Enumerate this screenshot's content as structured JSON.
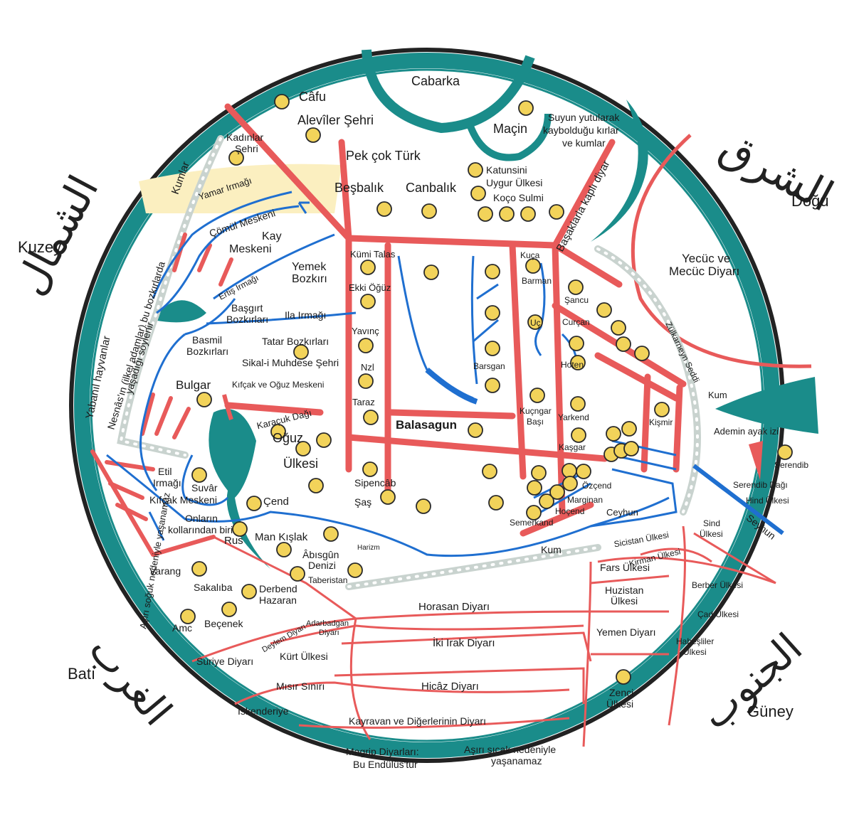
{
  "colors": {
    "sea": "#1a8c8a",
    "road": "#e85a5a",
    "river": "#1f6fd0",
    "city": "#f2d35a",
    "city_outline": "#2a2a2a",
    "highlight": "#fbefc0",
    "wall": "#c9d3cf",
    "frame": "#222222"
  },
  "directions": {
    "north": "Kuzey",
    "east": "Doğu",
    "west": "Batı",
    "south": "Güney"
  },
  "corner_script": {
    "top": "الشرق",
    "left": "الشمال",
    "bottom_left": "الغرب",
    "bottom_right": "الجنوب"
  },
  "labels": {
    "cabarka": "Cabarka",
    "cafu": "Câfu",
    "aleviler": "Alevîler Şehri",
    "pek_cok_turk": "Pek çok Türk",
    "macin": "Maçin",
    "suyun1": "Suyun yutularak",
    "suyun2": "kaybolduğu kırlar",
    "suyun3": "ve kumlar",
    "kadinlar1": "Kadınlar",
    "kadinlar2": "Şehri",
    "kumlar": "Kumlar",
    "yamar": "Yamar Irmağı",
    "comul": "Çömül Meskeni",
    "besbalik": "Beşbalık",
    "canbalik": "Canbalık",
    "katunsini": "Katunsini",
    "uygur": "Uygur Ülkesi",
    "koco": "Koço Sulmi",
    "basaklarla": "Başaklarla kaplı diyar",
    "kay1": "Kay",
    "kay2": "Meskeni",
    "ertis": "Ertiş Irmağı",
    "yemek1": "Yemek",
    "yemek2": "Bozkırı",
    "basgirt1": "Başgırt",
    "basgirt2": "Bozkırları",
    "ila": "Ila Irmağı",
    "basmil1": "Basmil",
    "basmil2": "Bozkırları",
    "tatar": "Tatar Bozkırları",
    "sikal": "Sikal-i Muhdese Şehri",
    "yabani": "Yabanıl hayvanlar",
    "nesnas1": "Nesnâs'ın (ilkel adamlar) bu bozkırlarda",
    "nesnas2": "yaşadığı söylenir",
    "bulgar": "Bulgar",
    "kifcak_oguz": "Kıfçak ve Oğuz Meskeni",
    "karacuk": "Karaçuk Dağı",
    "oguz1": "Oğuz",
    "oguz2": "Ülkesi",
    "etil1": "Etil",
    "etil2": "Irmağı",
    "suvar": "Suvâr",
    "kifcak_m": "Kıfçak Meskeni",
    "onlarin1": "Onların",
    "onlarin2": "kollarından biri",
    "cend": "Çend",
    "man_kislak": "Man Kışlak",
    "rus": "Rus",
    "abisgun1": "Âbısgûn",
    "abisgun2": "Denizi",
    "harizm": "Harizm",
    "varang": "Varang",
    "sakaliba": "Sakalıba",
    "derbend1": "Derbend",
    "derbend2": "Hazaran",
    "taberistan": "Taberistan",
    "amc": "Amc",
    "becenek": "Beçenek",
    "deylem": "Deylem Diyarı",
    "adarbadgan1": "Adarbadgan",
    "adarbadgan2": "Diyarı",
    "asiri_soguk": "Aşırı soğuk nedeniyle yaşanamaz",
    "kumi": "Kümi Talas",
    "ekki": "Ekki Öğüz",
    "yavinc": "Yavınç",
    "nzl": "Nzl",
    "taraz": "Taraz",
    "balasagun": "Balasagun",
    "barsgan": "Barsgan",
    "sipencab": "Sipencâb",
    "sas": "Şaş",
    "kuca": "Kuça",
    "barman": "Barman",
    "uc": "Uç",
    "curcan": "Curçan",
    "sancu": "Şancu",
    "hoten": "Hoten",
    "kucngar1": "Kuçngar",
    "kucngar2": "Başı",
    "yarkend": "Yarkend",
    "kasgar": "Kaşgar",
    "kismir": "Kişmir",
    "ozcend": "Özçend",
    "marginan": "Marginan",
    "hocend": "Hoçend",
    "semerkand": "Semerkand",
    "ceyhun": "Ceyhun",
    "yecuc1": "Yecüc ve",
    "yecuc2": "Mecüc Diyarı",
    "zulkarneyn": "Zülkarneyn Seddi",
    "kum1": "Kum",
    "kum2": "Kum",
    "ademin": "Ademin ayak izi",
    "serendib": "Serendib",
    "serendib_dagi": "Serendib Dağı",
    "hind": "Hind Ülkesi",
    "seyhun": "Seyhun",
    "sind1": "Sind",
    "sind2": "Ülkesi",
    "sicistan": "Sicistan Ülkesi",
    "kirman": "Kirman Ülkesi",
    "fars": "Fars Ülkesi",
    "huzistan1": "Huzistan",
    "huzistan2": "Ülkesi",
    "berber": "Berber Ülkesi",
    "cad": "Çad Ülkesi",
    "yemen": "Yemen Diyarı",
    "habesliler1": "Habeşliler",
    "habesliler2": "Ülkesi",
    "zenci1": "Zenci",
    "zenci2": "Ülkesi",
    "horasan": "Horasan Diyarı",
    "iki_irak": "İki Irak Diyarı",
    "kurt": "Kürt Ülkesi",
    "suriye": "Suriye Diyarı",
    "misir": "Mısır Sınırı",
    "hicaz": "Hicâz Diyarı",
    "iskenderiye": "İskenderiye",
    "kayravan": "Kayravan ve Diğerlerinin Diyarı",
    "magrip1": "Magrip Diyarları:",
    "magrip2": "Bu Endülüs'tür",
    "asiri_sicak1": "Aşırı sıcak nedeniyle",
    "asiri_sicak2": "yaşanamaz"
  }
}
